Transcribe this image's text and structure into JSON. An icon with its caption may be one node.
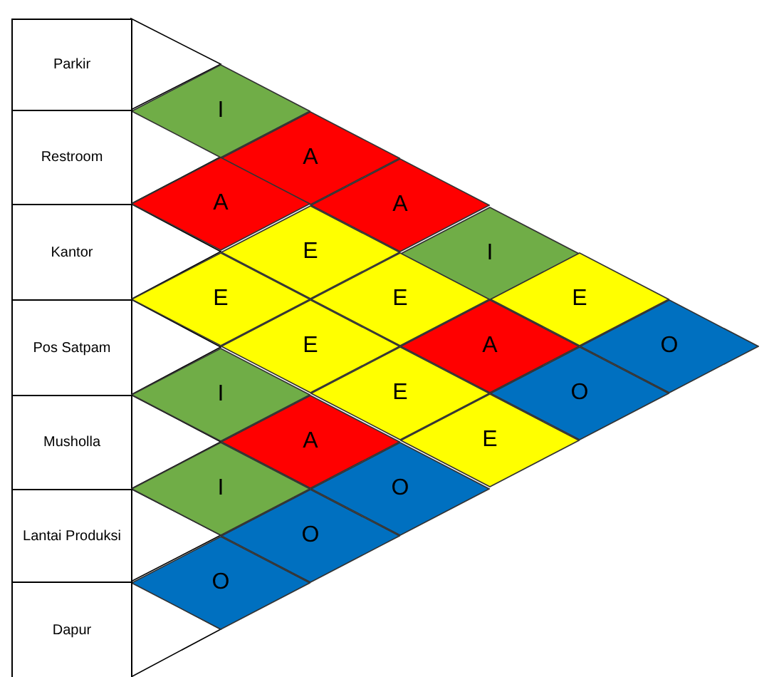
{
  "diagram": {
    "nodes": [
      {
        "text": [
          "Parkir"
        ]
      },
      {
        "text": [
          "I"
        ]
      },
      {
        "text": [
          "Restroom"
        ]
      },
      {
        "text": [
          "A"
        ]
      },
      {
        "text": [
          "A"
        ]
      },
      {
        "text": [
          "A"
        ]
      },
      {
        "text": [
          "Kantor"
        ]
      },
      {
        "text": [
          "E"
        ]
      },
      {
        "text": [
          "I"
        ]
      },
      {
        "text": [
          "E"
        ]
      },
      {
        "text": [
          "E"
        ]
      },
      {
        "text": [
          "E"
        ]
      },
      {
        "text": [
          "Pos Satpam"
        ]
      },
      {
        "text": [
          "E"
        ]
      },
      {
        "text": [
          "A"
        ]
      },
      {
        "text": [
          "O"
        ]
      },
      {
        "text": [
          "I"
        ]
      },
      {
        "text": [
          "E"
        ]
      },
      {
        "text": [
          "O"
        ]
      },
      {
        "text": [
          "Musholla"
        ]
      },
      {
        "text": [
          "A"
        ]
      },
      {
        "text": [
          "E"
        ]
      },
      {
        "text": [
          "I"
        ]
      },
      {
        "text": [
          "O"
        ]
      },
      {
        "text": [
          "Lantai Produksi"
        ]
      },
      {
        "text": [
          "O"
        ]
      },
      {
        "text": [
          "O"
        ]
      },
      {
        "text": [
          "Dapur"
        ]
      }
    ]
  }
}
